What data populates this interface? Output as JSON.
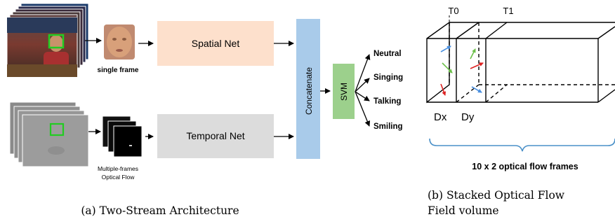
{
  "left_diagram": {
    "single_frame_label": "single frame",
    "flow_label_line1": "Multiple-frames",
    "flow_label_line2": "Optical Flow",
    "spatial_net": "Spatial Net",
    "temporal_net": "Temporal Net",
    "concatenate": "Concatenate",
    "svm": "SVM",
    "outputs": [
      "Neutral",
      "Singing",
      "Talking",
      "Smiling"
    ],
    "caption": "(a) Two-Stream Architecture",
    "colors": {
      "spatial_net": "#fde0cc",
      "temporal_net": "#dcdcdc",
      "concatenate": "#a9cbea",
      "svm": "#9cd08c",
      "highlight_box": "#22cc22",
      "face": "#d8a07a"
    }
  },
  "right_diagram": {
    "t0": "T0",
    "t1": "T1",
    "dx": "Dx",
    "dy": "Dy",
    "brace_label": "10 x 2 optical flow frames",
    "caption_line1": "(b) Stacked Optical Flow",
    "caption_line2": "Field volume",
    "colors": {
      "brace": "#4a90c8",
      "arrow_blue": "#4a90e0",
      "arrow_green": "#6cc04a",
      "arrow_red": "#dd2222"
    }
  }
}
